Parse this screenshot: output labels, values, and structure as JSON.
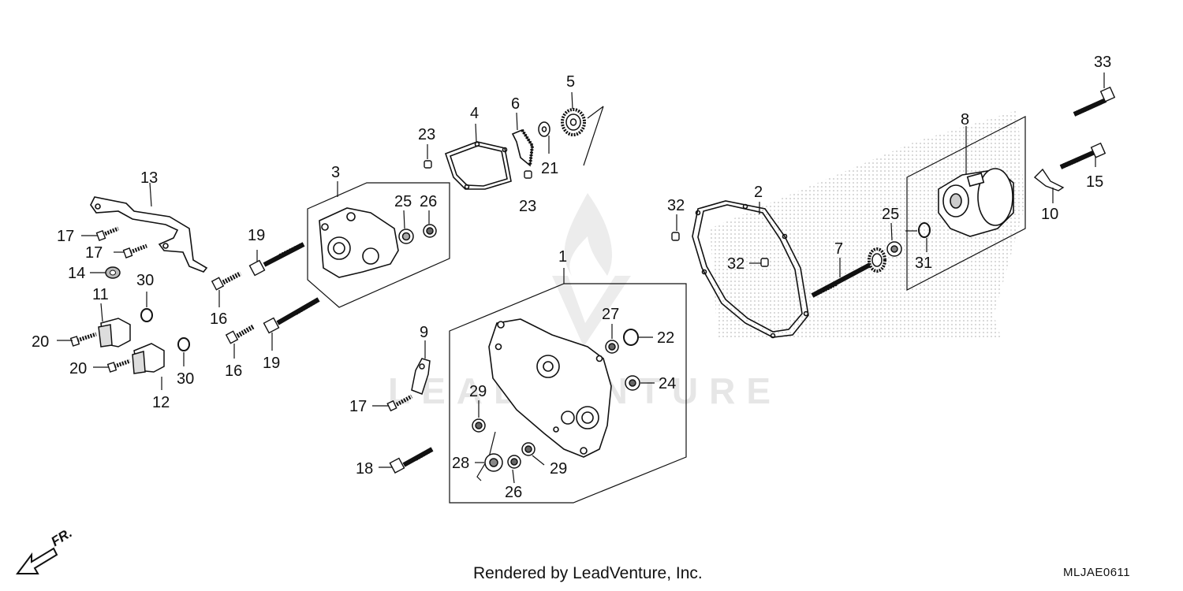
{
  "footer": {
    "rendered_by": "Rendered by LeadVenture, Inc.",
    "diagram_code": "MLJAE0611"
  },
  "watermark": {
    "text": "LEADVENTURE"
  },
  "direction_marker": {
    "text": "FR."
  },
  "colors": {
    "line": "#111111",
    "watermark": "#e6e6e6",
    "dots": "#cfcfcf"
  },
  "callouts": [
    {
      "id": "c1",
      "text": "1"
    },
    {
      "id": "c2",
      "text": "2"
    },
    {
      "id": "c3",
      "text": "3"
    },
    {
      "id": "c4",
      "text": "4"
    },
    {
      "id": "c5",
      "text": "5"
    },
    {
      "id": "c6",
      "text": "6"
    },
    {
      "id": "c7",
      "text": "7"
    },
    {
      "id": "c8",
      "text": "8"
    },
    {
      "id": "c9",
      "text": "9"
    },
    {
      "id": "c10",
      "text": "10"
    },
    {
      "id": "c11",
      "text": "11"
    },
    {
      "id": "c12",
      "text": "12"
    },
    {
      "id": "c13",
      "text": "13"
    },
    {
      "id": "c14",
      "text": "14"
    },
    {
      "id": "c15",
      "text": "15"
    },
    {
      "id": "c16a",
      "text": "16"
    },
    {
      "id": "c16b",
      "text": "16"
    },
    {
      "id": "c17a",
      "text": "17"
    },
    {
      "id": "c17b",
      "text": "17"
    },
    {
      "id": "c17c",
      "text": "17"
    },
    {
      "id": "c18",
      "text": "18"
    },
    {
      "id": "c19a",
      "text": "19"
    },
    {
      "id": "c19b",
      "text": "19"
    },
    {
      "id": "c20a",
      "text": "20"
    },
    {
      "id": "c20b",
      "text": "20"
    },
    {
      "id": "c21",
      "text": "21"
    },
    {
      "id": "c22",
      "text": "22"
    },
    {
      "id": "c23a",
      "text": "23"
    },
    {
      "id": "c23b",
      "text": "23"
    },
    {
      "id": "c24",
      "text": "24"
    },
    {
      "id": "c25a",
      "text": "25"
    },
    {
      "id": "c25b",
      "text": "25"
    },
    {
      "id": "c26a",
      "text": "26"
    },
    {
      "id": "c26b",
      "text": "26"
    },
    {
      "id": "c27",
      "text": "27"
    },
    {
      "id": "c28",
      "text": "28"
    },
    {
      "id": "c29a",
      "text": "29"
    },
    {
      "id": "c29b",
      "text": "29"
    },
    {
      "id": "c30a",
      "text": "30"
    },
    {
      "id": "c30b",
      "text": "30"
    },
    {
      "id": "c31",
      "text": "31"
    },
    {
      "id": "c32a",
      "text": "32"
    },
    {
      "id": "c32b",
      "text": "32"
    },
    {
      "id": "c33",
      "text": "33"
    }
  ]
}
